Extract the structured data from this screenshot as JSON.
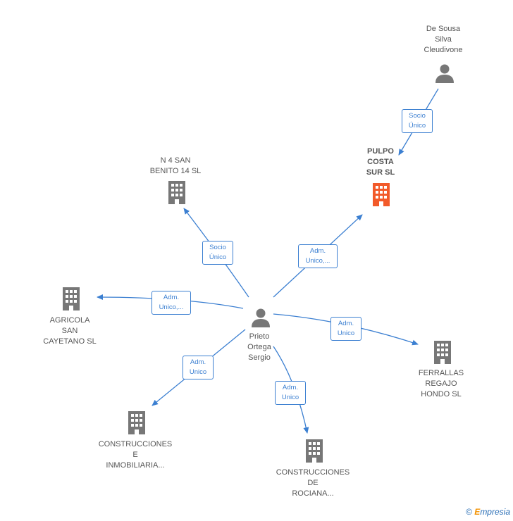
{
  "colors": {
    "edge": "#3b7fd1",
    "person": "#777777",
    "company": "#777777",
    "highlight": "#f25a2a"
  },
  "nodes": {
    "center": {
      "label": "Prieto\nOrtega\nSergio",
      "icon": "person-icon"
    },
    "desousa": {
      "label": "De Sousa\nSilva\nCleudivone",
      "icon": "person-icon"
    },
    "pulpo": {
      "label": "PULPO\nCOSTA\nSUR  SL",
      "icon": "building-icon"
    },
    "n4": {
      "label": "N 4 SAN\nBENITO 14  SL",
      "icon": "building-icon"
    },
    "agricola": {
      "label": "AGRICOLA\nSAN\nCAYETANO SL",
      "icon": "building-icon"
    },
    "ferrallas": {
      "label": "FERRALLAS\nREGAJO\nHONDO SL",
      "icon": "building-icon"
    },
    "construcciones_e": {
      "label": "CONSTRUCCIONES\nE\nINMOBILIARIA...",
      "icon": "building-icon"
    },
    "construcciones_r": {
      "label": "CONSTRUCCIONES\nDE\nROCIANA...",
      "icon": "building-icon"
    }
  },
  "edges": {
    "desousa_pulpo": "Socio\nÚnico",
    "center_pulpo": "Adm.\nUnico,...",
    "center_n4": "Socio\nÚnico",
    "center_agricola": "Adm.\nUnico,...",
    "center_ferrallas": "Adm.\nUnico",
    "center_construcciones_e": "Adm.\nUnico",
    "center_construcciones_r": "Adm.\nUnico"
  },
  "footer": {
    "copyright": "©",
    "brand_first": "E",
    "brand_rest": "mpresia"
  }
}
